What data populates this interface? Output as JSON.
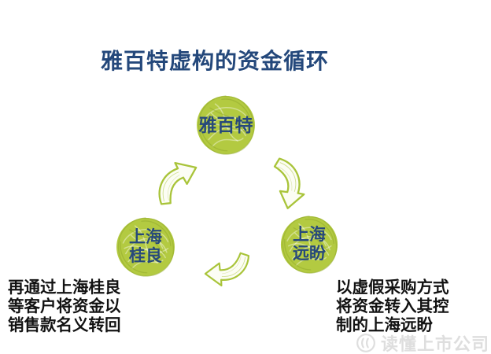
{
  "title": "雅百特虚构的资金循环",
  "diagram": {
    "nodes": {
      "top": {
        "label": "雅百特"
      },
      "left": {
        "line1": "上海",
        "line2": "桂良"
      },
      "right": {
        "line1": "上海",
        "line2": "远盼"
      }
    },
    "arrows": {
      "left_to_top": "curved-arrow-up-right",
      "top_to_right": "curved-arrow-down-right",
      "right_to_left": "curved-arrow-left"
    }
  },
  "notes": {
    "left": {
      "lines": [
        "再通过上海桂良",
        "等客户将资金以",
        "销售款名义转回"
      ]
    },
    "right": {
      "lines": [
        "以虚假采购方式",
        "将资金转入其控",
        "制的上海远盼"
      ]
    }
  },
  "watermark": {
    "icon": "circle-logo-icon",
    "text": "读懂上市公司"
  },
  "colors": {
    "background": "#ffffff",
    "title_text": "#24487b",
    "node_fill": "#b3ca41",
    "node_scribble": "#93ac2d",
    "node_text": "#27497b",
    "arrow_stroke": "#a9c43a",
    "note_text": "#121212",
    "watermark_text": "#dedede"
  }
}
